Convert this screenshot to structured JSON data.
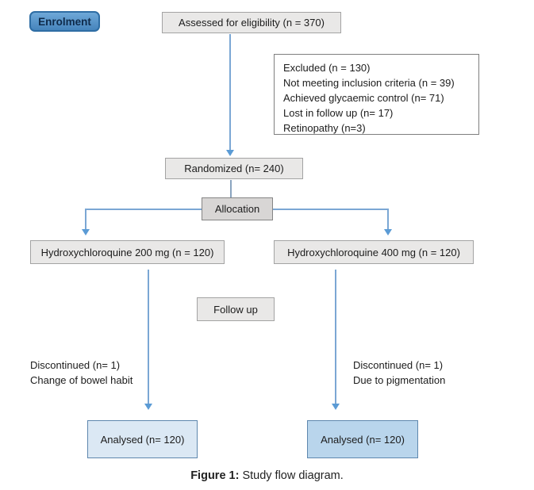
{
  "figure": {
    "stages": {
      "enrolment": "Enrolment",
      "allocation": "Allocation",
      "follow_up": "Follow up"
    },
    "boxes": {
      "assessed": "Assessed for eligibility (n = 370)",
      "randomized": "Randomized (n= 240)",
      "arm_200": "Hydroxychloroquine 200 mg (n = 120)",
      "arm_400": "Hydroxychloroquine 400 mg (n = 120)",
      "analysed_left": "Analysed (n= 120)",
      "analysed_right": "Analysed (n= 120)"
    },
    "excluded": {
      "lines": [
        "Excluded (n = 130)",
        "Not meeting inclusion criteria (n = 39)",
        "Achieved glycaemic control (n= 71)",
        "Lost in follow up (n= 17)",
        "Retinopathy (n=3)"
      ]
    },
    "notes": {
      "left_line1": "Discontinued (n= 1)",
      "left_line2": "Change of bowel habit",
      "right_line1": "Discontinued (n= 1)",
      "right_line2": "Due to pigmentation"
    },
    "caption": {
      "label": "Figure 1:",
      "text": "Study flow diagram."
    },
    "colors": {
      "stage_badge_blue": "#4d8fc4",
      "arrow_blue": "#5b9bd5",
      "box_gray": "#e9e8e7",
      "allocation_gray": "#d8d6d5",
      "analysed_light_blue": "#dbe8f4",
      "analysed_medium_blue": "#b9d5ec"
    }
  }
}
